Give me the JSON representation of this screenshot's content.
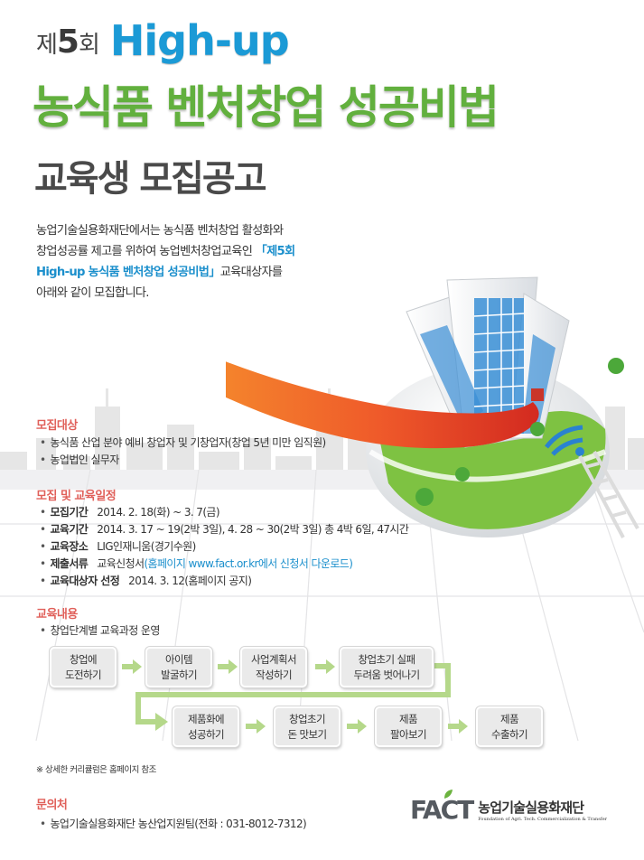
{
  "header": {
    "edition_prefix": "제",
    "edition_number": "5",
    "edition_suffix": "회",
    "brand": "High-up",
    "main_title": "농식품 벤처창업 성공비법",
    "sub_title": "교육생 모집공고"
  },
  "intro": {
    "line1": "농업기술실용화재단에서는 농식품 벤처창업 활성화와",
    "line2_prefix": "창업성공률 제고를 위하여 농업벤처창업교육인 ",
    "line2_highlight": "「제5회",
    "line3_highlight": "High-up 농식품 벤처창업 성공비법」",
    "line3_suffix": "교육대상자를",
    "line4": "아래와 같이 모집합니다."
  },
  "colors": {
    "brand_blue": "#1b9ad6",
    "title_green": "#62b03e",
    "section_red": "#e0605a",
    "link_blue": "#1b8fcc",
    "flow_green": "#b5d88a"
  },
  "sections": {
    "target": {
      "heading": "모집대상",
      "items": [
        "농식품 산업 분야 예비 창업자 및 기창업자(창업 5년 미만 임직원)",
        "농업법인 실무자"
      ]
    },
    "schedule": {
      "heading": "모집 및 교육일정",
      "items": [
        {
          "key": "모집기간",
          "value": "2014. 2. 18(화) ~ 3. 7(금)"
        },
        {
          "key": "교육기간",
          "value": "2014. 3. 17 ~ 19(2박 3일), 4. 28 ~ 30(2박 3일) 총 4박 6일, 47시간"
        },
        {
          "key": "교육장소",
          "value": "LIG인재니움(경기수원)"
        },
        {
          "key": "제출서류",
          "value": "교육신청서",
          "link": "(홈페이지 www.fact.or.kr에서 신청서 다운로드)"
        },
        {
          "key": "교육대상자 선정",
          "value": "2014. 3. 12(홈페이지 공지)"
        }
      ]
    },
    "content": {
      "heading": "교육내용",
      "items": [
        "창업단계별 교육과정 운영"
      ],
      "steps": [
        "창업에\n도전하기",
        "아이템\n발굴하기",
        "사업계획서\n작성하기",
        "창업초기 실패\n두려움 벗어나기",
        "제품화에\n성공하기",
        "창업초기\n돈 맛보기",
        "제품\n팔아보기",
        "제품\n수출하기"
      ],
      "note": "※ 상세한 커리큘럼은 홈페이지 참조"
    },
    "contact": {
      "heading": "문의처",
      "text": "농업기술실용화재단 농산업지원팀(전화 : 031-8012-7312)"
    }
  },
  "logo": {
    "mark": "FACT",
    "name_ko": "농업기술실용화재단",
    "name_en": "Foundation of Agri. Tech. Commercialization & Transfer"
  }
}
